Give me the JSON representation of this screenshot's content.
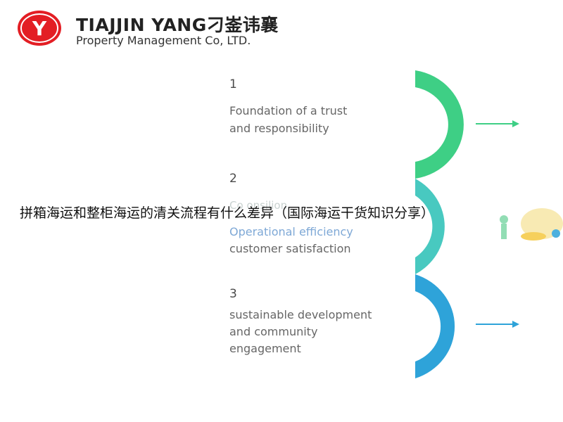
{
  "header": {
    "logo_letter": "Y",
    "title": "TIAJJIN YANG刁崟讳襄",
    "subtitle": "Property Management Co, LTD."
  },
  "overlay_title": "拼箱海运和整柜海运的清关流程有什么差异（国际海运干货知识分享）",
  "steps": [
    {
      "number": "1",
      "lines": [
        "Foundation of a trust",
        "and responsibility"
      ]
    },
    {
      "number": "2",
      "faded": "Co    onsilion",
      "lines": [
        "Operational efficiency",
        "customer satisfaction"
      ]
    },
    {
      "number": "3",
      "lines": [
        "sustainable development",
        "and community",
        "engagement"
      ]
    }
  ],
  "colors": {
    "logo_red": "#e31e24",
    "step1": "#3ecf85",
    "step2": "#48c9c0",
    "step3": "#2ea3d9"
  }
}
